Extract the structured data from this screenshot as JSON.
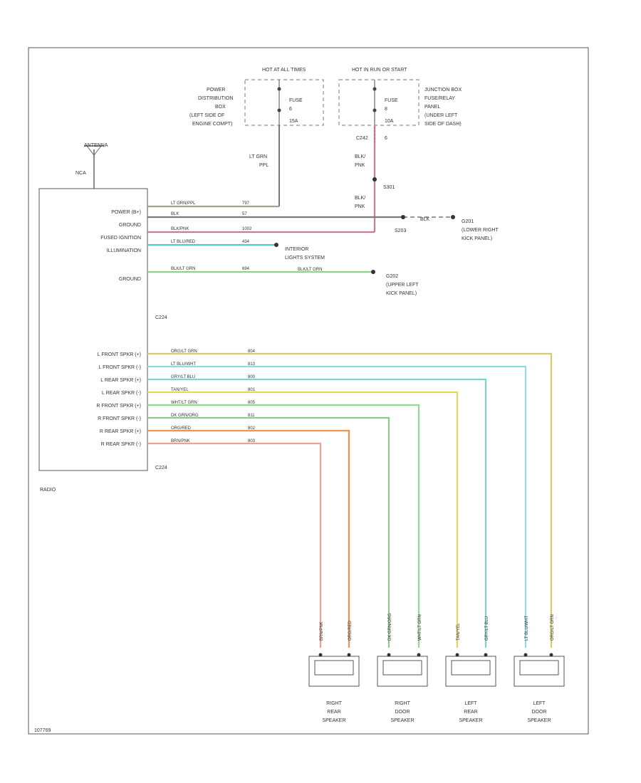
{
  "diagram_id": "107769",
  "antenna": {
    "label": "ANTENNA",
    "connector": "NCA"
  },
  "radio": {
    "label": "RADIO",
    "connectors": [
      "C224",
      "C224"
    ],
    "upper_pins": [
      "POWER (B+)",
      "GROUND",
      "FUSED IGNITION",
      "ILLUMINATION",
      "",
      "GROUND",
      "",
      ""
    ],
    "speaker_pins": [
      "L FRONT SPKR (+)",
      "L FRONT SPKR (-)",
      "L REAR SPKR (+)",
      "L REAR SPKR (-)",
      "R FRONT SPKR (+)",
      "R FRONT SPKR (-)",
      "R REAR SPKR (+)",
      "R REAR SPKR (-)"
    ]
  },
  "power_dist_box": {
    "header": "HOT AT ALL TIMES",
    "lines": [
      "POWER",
      "DISTRIBUTION",
      "BOX",
      "(LEFT SIDE OF",
      "ENGINE COMPT)"
    ],
    "fuse": "FUSE",
    "fuse_num": "6",
    "rating": "15A"
  },
  "junction_box": {
    "header": "HOT IN RUN OR START",
    "lines": [
      "JUNCTION BOX",
      "FUSE/RELAY",
      "PANEL",
      "(UNDER LEFT",
      "SIDE OF DASH)"
    ],
    "fuse": "FUSE",
    "fuse_num": "8",
    "rating": "10A",
    "connector": "C242",
    "pin": "6"
  },
  "upper_wires": [
    {
      "color": "LT GRN/PPL",
      "circuit": "797",
      "hex": "#9aa58f"
    },
    {
      "color": "BLK",
      "circuit": "57",
      "hex": "#7a7a7a"
    },
    {
      "color": "BLK/PNK",
      "circuit": "1002",
      "hex": "#cc7a95"
    },
    {
      "color": "LT BLU/RED",
      "circuit": "434",
      "hex": "#55c8c8"
    },
    {
      "color": "BLK/LT GRN",
      "circuit": "694",
      "hex": "#8ed08e"
    }
  ],
  "feed_wires": {
    "pdb_color": "LT GRN",
    "pdb_color2": "PPL",
    "jb_color": "BLK/",
    "jb_color2": "PNK",
    "jb_color_b": "BLK/",
    "jb_color_b2": "PNK",
    "splice": "S301"
  },
  "ground_wire": {
    "color": "BLK/LT GRN",
    "circuit": "694"
  },
  "splice_g": {
    "label": "S203",
    "wire": "BLK"
  },
  "ground_g201": {
    "label": "G201",
    "lines": [
      "(LOWER RIGHT",
      "KICK PANEL)"
    ]
  },
  "ground_g202": {
    "label": "G202",
    "lines": [
      "(UPPER LEFT",
      "KICK PANEL)"
    ]
  },
  "illum_dest": {
    "lines": [
      "INTERIOR",
      "LIGHTS SYSTEM"
    ]
  },
  "speaker_wires": [
    {
      "color": "ORG/LT GRN",
      "circuit": "804",
      "hex": "#d6cc60"
    },
    {
      "color": "LT BLU/WHT",
      "circuit": "813",
      "hex": "#8edcdc"
    },
    {
      "color": "GRY/LT BLU",
      "circuit": "800",
      "hex": "#7fd2d2"
    },
    {
      "color": "TAN/YEL",
      "circuit": "801",
      "hex": "#e0d860"
    },
    {
      "color": "WHT/LT GRN",
      "circuit": "805",
      "hex": "#8edc8e"
    },
    {
      "color": "DK GRN/ORG",
      "circuit": "811",
      "hex": "#90c890"
    },
    {
      "color": "ORG/RED",
      "circuit": "802",
      "hex": "#f0924f"
    },
    {
      "color": "BRN/PNK",
      "circuit": "803",
      "hex": "#f0a090"
    }
  ],
  "speakers": [
    {
      "lines": [
        "RIGHT",
        "REAR",
        "SPEAKER"
      ],
      "wire_left": "BRN/PNK",
      "wire_right": "ORG/RED"
    },
    {
      "lines": [
        "RIGHT",
        "DOOR",
        "SPEAKER"
      ],
      "wire_left": "DK GRN/ORG",
      "wire_right": "WHT/LT GRN"
    },
    {
      "lines": [
        "LEFT",
        "REAR",
        "SPEAKER"
      ],
      "wire_left": "TAN/YEL",
      "wire_right": "GRY/LT BLU"
    },
    {
      "lines": [
        "LEFT",
        "DOOR",
        "SPEAKER"
      ],
      "wire_left": "LT BLU/WHT",
      "wire_right": "ORG/LT GRN"
    }
  ]
}
